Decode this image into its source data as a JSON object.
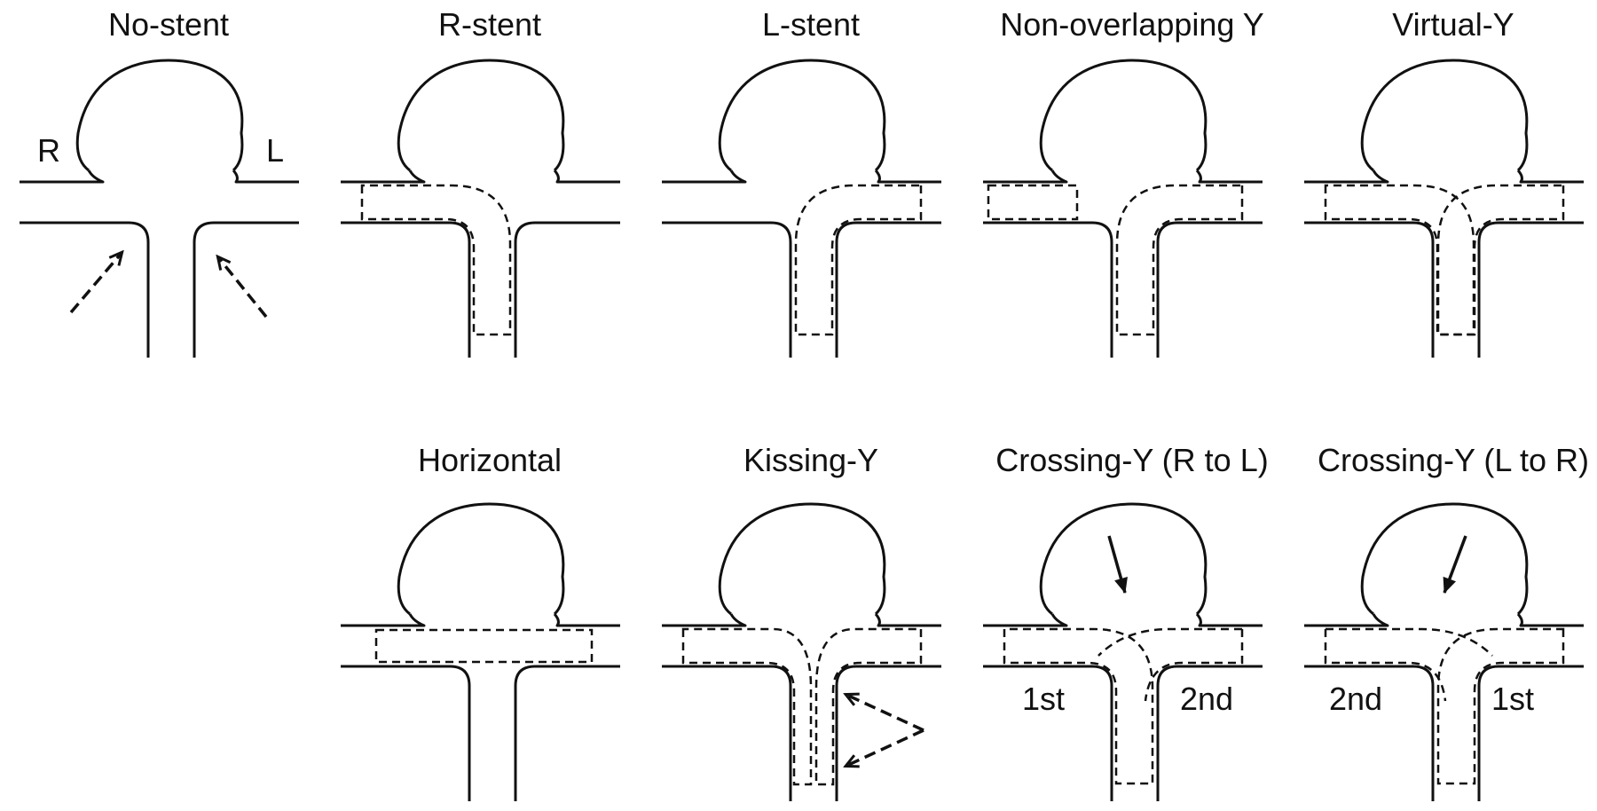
{
  "panels": {
    "no_stent": {
      "title": "No-stent",
      "label_r": "R",
      "label_l": "L"
    },
    "r_stent": {
      "title": "R-stent"
    },
    "l_stent": {
      "title": "L-stent"
    },
    "non_overlapping_y": {
      "title": "Non-overlapping Y"
    },
    "virtual_y": {
      "title": "Virtual-Y"
    },
    "horizontal": {
      "title": "Horizontal"
    },
    "kissing_y": {
      "title": "Kissing-Y"
    },
    "crossing_y_r_to_l": {
      "title": "Crossing-Y (R to L)",
      "left_label": "1st",
      "right_label": "2nd"
    },
    "crossing_y_l_to_r": {
      "title": "Crossing-Y (L to R)",
      "left_label": "2nd",
      "right_label": "1st"
    }
  }
}
